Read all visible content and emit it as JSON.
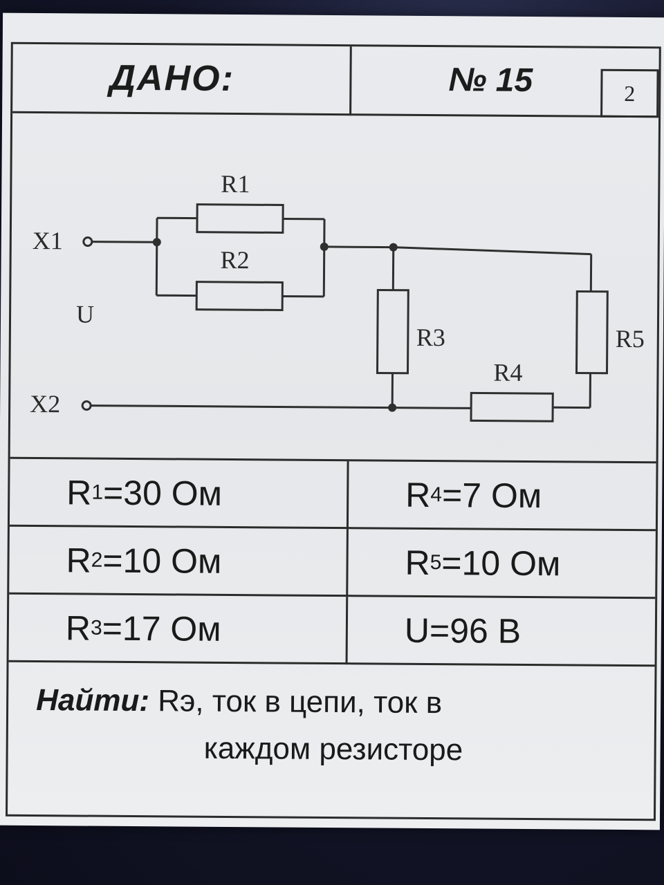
{
  "header": {
    "given_label": "ДАНО:",
    "task_number": "№ 15",
    "page_number": "2"
  },
  "circuit": {
    "terminals": [
      "X1",
      "X2"
    ],
    "voltage_label": "U",
    "resistors": [
      "R1",
      "R2",
      "R3",
      "R4",
      "R5"
    ]
  },
  "values": [
    {
      "sym": "R",
      "idx": "1",
      "rest": "=30 Ом"
    },
    {
      "sym": "R",
      "idx": "4",
      "rest": "=7 Ом"
    },
    {
      "sym": "R",
      "idx": "2",
      "rest": "=10 Ом"
    },
    {
      "sym": "R",
      "idx": "5",
      "rest": "=10 Ом"
    },
    {
      "sym": "R",
      "idx": "3",
      "rest": "=17 Ом"
    },
    {
      "text": "U=96 В"
    }
  ],
  "find": {
    "label": "Найти:",
    "line1": "Rэ, ток в цепи, ток в",
    "line2": "каждом резисторе"
  }
}
